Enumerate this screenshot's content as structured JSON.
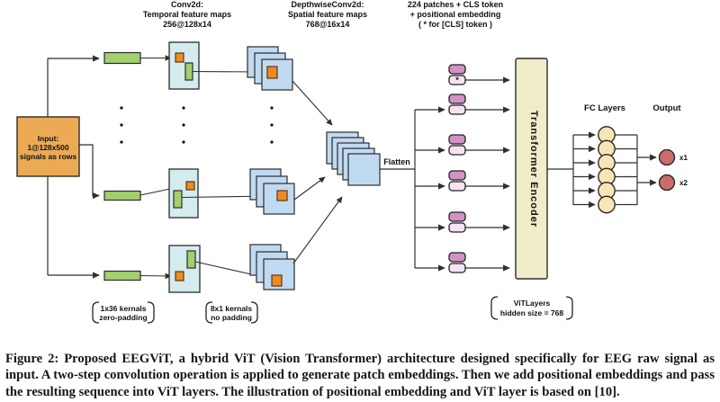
{
  "colors": {
    "input_orange": "#ecaa55",
    "kernel_green": "#a2d06e",
    "conv_box_cyan": "#d4ebef",
    "feature_map_blue": "#c0daf2",
    "patch_orange": "#ec8b26",
    "token_dark_pink": "#d391c6",
    "token_light_pink": "#f7e3f3",
    "encoder_beige": "#f1ecc9",
    "fc_node_cream": "#f7e6b4",
    "output_node_red": "#c96c6c",
    "line": "#2f2f2f"
  },
  "diagram": {
    "top_labels": {
      "conv": [
        "Conv2d:",
        "Temporal feature maps",
        "256@128x14"
      ],
      "depthwise": [
        "DepthwiseConv2d:",
        "Spatial feature maps",
        "768@16x14"
      ],
      "patches": [
        "224 patches + CLS token",
        "+ positional embedding",
        "( * for [CLS] token )"
      ]
    },
    "input_box": [
      "Input:",
      "1@128x500",
      "signals as rows"
    ],
    "flatten_label": "Flatten",
    "cls_star": "*",
    "encoder_label": "Transformer Encoder",
    "fc_header": "FC Layers",
    "output_header": "Output",
    "outputs": [
      "x1",
      "x2"
    ],
    "bracket_labels": {
      "temporal_kernel": [
        "1x36 kernals",
        "zero-padding"
      ],
      "spatial_kernel": [
        "8x1 kernals",
        "no padding"
      ],
      "vit": [
        "ViTLayers",
        "hidden size = 768"
      ]
    }
  },
  "caption": "Figure 2: Proposed EEGViT, a hybrid ViT (Vision Transformer) architecture designed specifically for EEG raw signal as input. A two-step convolution operation is applied to generate patch embeddings. Then we add positional embeddings and pass the resulting sequence into ViT layers. The illustration of positional embedding and ViT layer is based on [10]."
}
